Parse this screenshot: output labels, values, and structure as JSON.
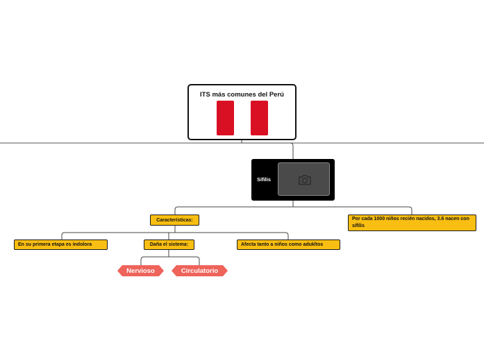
{
  "colors": {
    "flag_red": "#D91023",
    "node_yellow": "#F9BE12",
    "tag_red": "#EE635A",
    "dark_node": "#000000",
    "line": "#444444"
  },
  "root": {
    "title": "ITS más comunes del Perú",
    "image": "peru-flag"
  },
  "topic": {
    "label": "Sífilis",
    "image": "camera-icon"
  },
  "branches": {
    "caracteristicas": {
      "label": "Características:",
      "children": {
        "indolora": "En su primera etapa es indolora",
        "sistema": {
          "label": "Daña el sistema:",
          "tags": [
            "Nervioso",
            "Circulatorio"
          ]
        },
        "afecta": "Afecta tanto a niños como adukltos"
      }
    },
    "estadistica": "Por cada 1000 niños recién nacidos, 3.6 nacen con sífilis"
  }
}
